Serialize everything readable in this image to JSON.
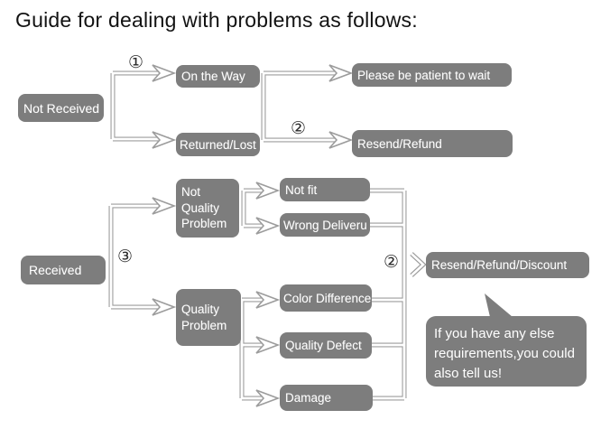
{
  "title": "Guide for dealing with problems as follows:",
  "colors": {
    "node_fill": "#7d7d7d",
    "line": "#9c9c9c",
    "node_text": "#ffffff",
    "title_text": "#121212"
  },
  "step_labels": {
    "one": "①",
    "two_top": "②",
    "three": "③",
    "two_bottom": "②"
  },
  "nodes": {
    "not_received": "Not Received",
    "on_the_way": "On the Way",
    "returned_lost": "Returned/Lost",
    "please_wait": "Please be patient to wait",
    "resend_refund": "Resend/Refund",
    "received": "Received",
    "not_quality_problem": "Not Quality Problem",
    "quality_problem": "Quality Problem",
    "not_fit": "Not fit",
    "wrong_delivery": "Wrong Deliveru",
    "color_difference": "Color Difference",
    "quality_defect": "Quality Defect",
    "damage": "Damage",
    "resend_refund_discount": "Resend/Refund/Discount"
  },
  "bubble": {
    "text": "If you have any else requirements,you could also tell us!"
  },
  "icons": {
    "chevron": "chevron-right-icon",
    "arrowhead": "arrowhead-right-icon"
  }
}
